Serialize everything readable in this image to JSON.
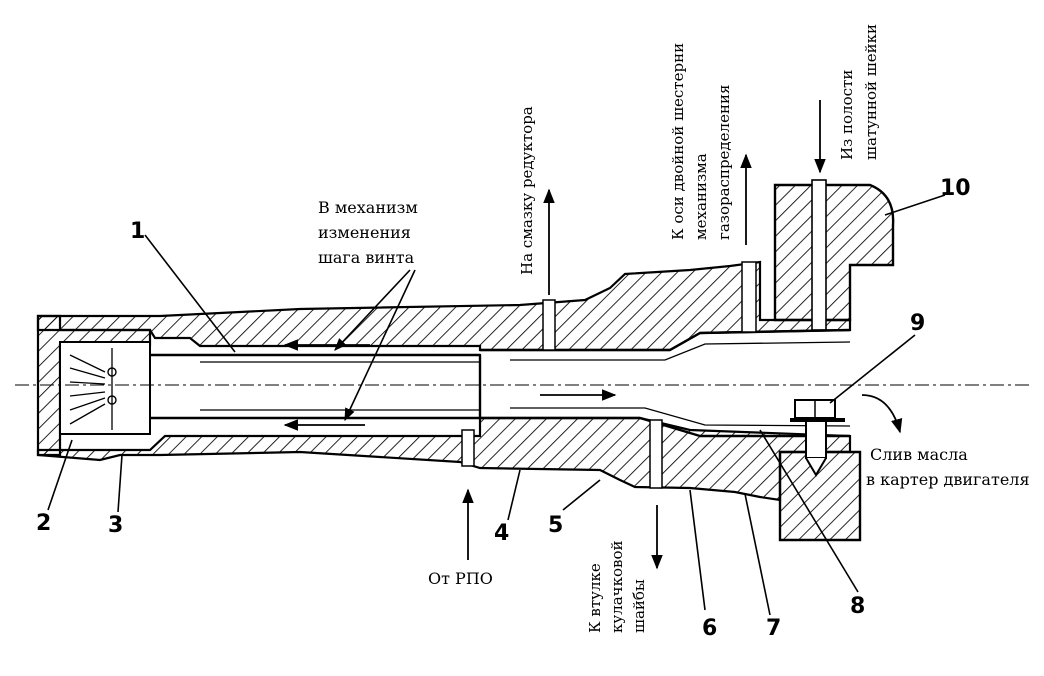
{
  "diagram": {
    "part_numbers": [
      "1",
      "2",
      "3",
      "4",
      "5",
      "6",
      "7",
      "8",
      "9",
      "10"
    ],
    "labels": {
      "to_pitch_mechanism": [
        "В механизм",
        "изменения",
        "шага винта"
      ],
      "to_reducer": "На смазку редуктора",
      "to_timing_gear": [
        "К оси двойной шестерни",
        "механизма",
        "газораспределения"
      ],
      "from_nut_cavity": [
        "Из полости",
        "шатунной шейки"
      ],
      "oil_drain": [
        "Слив масла",
        "в картер двигателя"
      ],
      "from_rpo": "От РПО",
      "to_cam_sleeve": [
        "К втулке",
        "кулачковой",
        "шайбы"
      ]
    }
  }
}
